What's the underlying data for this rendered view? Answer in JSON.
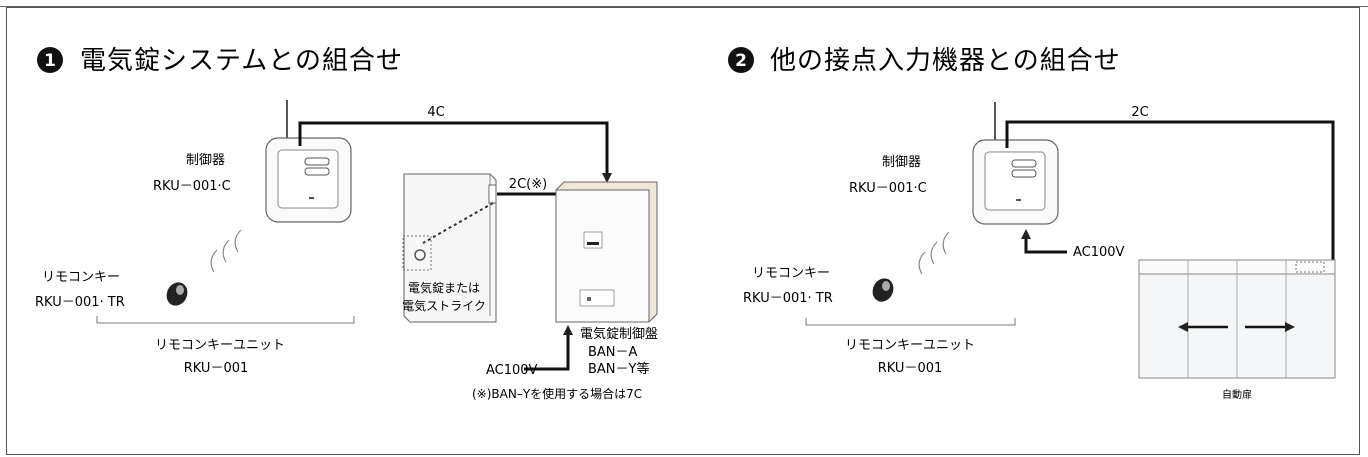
{
  "section1": {
    "number": "1",
    "title": "電気錠システムとの組合せ",
    "wire_top": "4C",
    "wire_mid": "2C(※)",
    "controller_name": "制御器",
    "controller_model": "RKU－001·C",
    "remote_name": "リモコンキー",
    "remote_model": "RKU－001· TR",
    "unit_name": "リモコンキーユニット",
    "unit_model": "RKU－001",
    "lock_line1": "電気錠または",
    "lock_line2": "電気ストライク",
    "panel_line1": "電気錠制御盤",
    "panel_line2": "BAN－A",
    "panel_line3": "BAN－Y等",
    "power": "AC100V",
    "note": "(※)BAN–Yを使用する場合は7C"
  },
  "section2": {
    "number": "2",
    "title": "他の接点入力機器との組合せ",
    "wire_top": "2C",
    "controller_name": "制御器",
    "controller_model": "RKU－001·C",
    "power": "AC100V",
    "remote_name": "リモコンキー",
    "remote_model": "RKU－001· TR",
    "unit_name": "リモコンキーユニット",
    "unit_model": "RKU－001",
    "door_label": "自動扉"
  }
}
